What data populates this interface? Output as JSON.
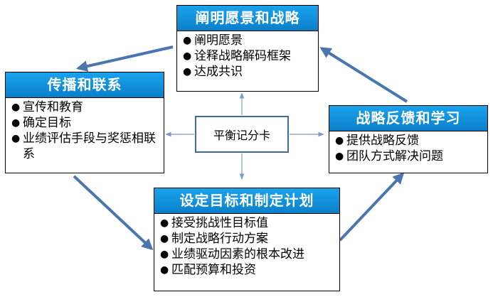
{
  "center": {
    "label": "平衡记分卡"
  },
  "nodes": {
    "top": {
      "title": "阐明愿景和战略",
      "items": [
        "阐明愿景",
        "诠释战略解码框架",
        "达成共识"
      ]
    },
    "left": {
      "title": "传播和联系",
      "items": [
        "宣传和教育",
        "确定目标",
        "业绩评估手段与奖惩相联系"
      ]
    },
    "right": {
      "title": "战略反馈和学习",
      "items": [
        "提供战略反馈",
        "团队方式解决问题"
      ]
    },
    "bottom": {
      "title": "设定目标和制定计划",
      "items": [
        "接受挑战性目标值",
        "制定战略行动方案",
        "业绩驱动因素的根本改进",
        "匹配预算和投资"
      ]
    }
  },
  "bullet": "●",
  "colors": {
    "title_bg": "#1592dc",
    "cycle_arrow": "#4a76b0",
    "thin_arrow": "#7e9cc6",
    "center_border": "#3e6aa0"
  },
  "icons": {
    "arrow": "arrowhead-icon"
  }
}
